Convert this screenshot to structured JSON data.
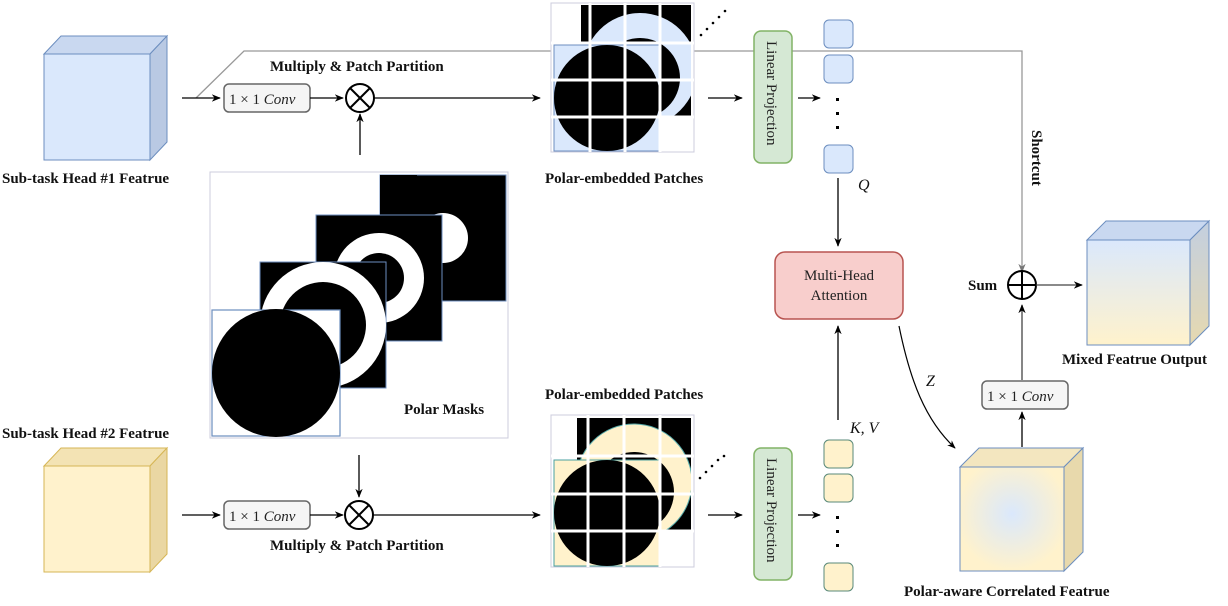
{
  "diagram": {
    "inputs": {
      "head1": {
        "label": "Sub-task Head #1 Featrue",
        "color": "#dae8fc",
        "border": "#6c8ebf"
      },
      "head2": {
        "label": "Sub-task Head #2 Featrue",
        "color": "#fff2cc",
        "border": "#d6b656"
      }
    },
    "conv_label": "1 × 1 Conv",
    "conv_label_parts": {
      "num": "1 × 1 ",
      "op": "Conv"
    },
    "multiply_label": "Multiply & Patch Partition",
    "polar_masks_label": "Polar Masks",
    "patches_label": "Polar-embedded Patches",
    "linear_projection_label": "Linear Projection",
    "q_label": "Q",
    "kv_label": "K, V",
    "attention": {
      "line1": "Multi-Head",
      "line2": "Attention",
      "color": "#f8cecc",
      "border": "#b85450"
    },
    "z_label": "Z",
    "shortcut_label": "Shortcut",
    "sum_label": "Sum",
    "output_label": "Mixed Featrue Output",
    "correlated_label": "Polar-aware Correlated Featrue",
    "projection_color": "#d5e8d4",
    "projection_border": "#82b366",
    "conv_color": "#f5f5f5",
    "conv_border": "#666666"
  }
}
